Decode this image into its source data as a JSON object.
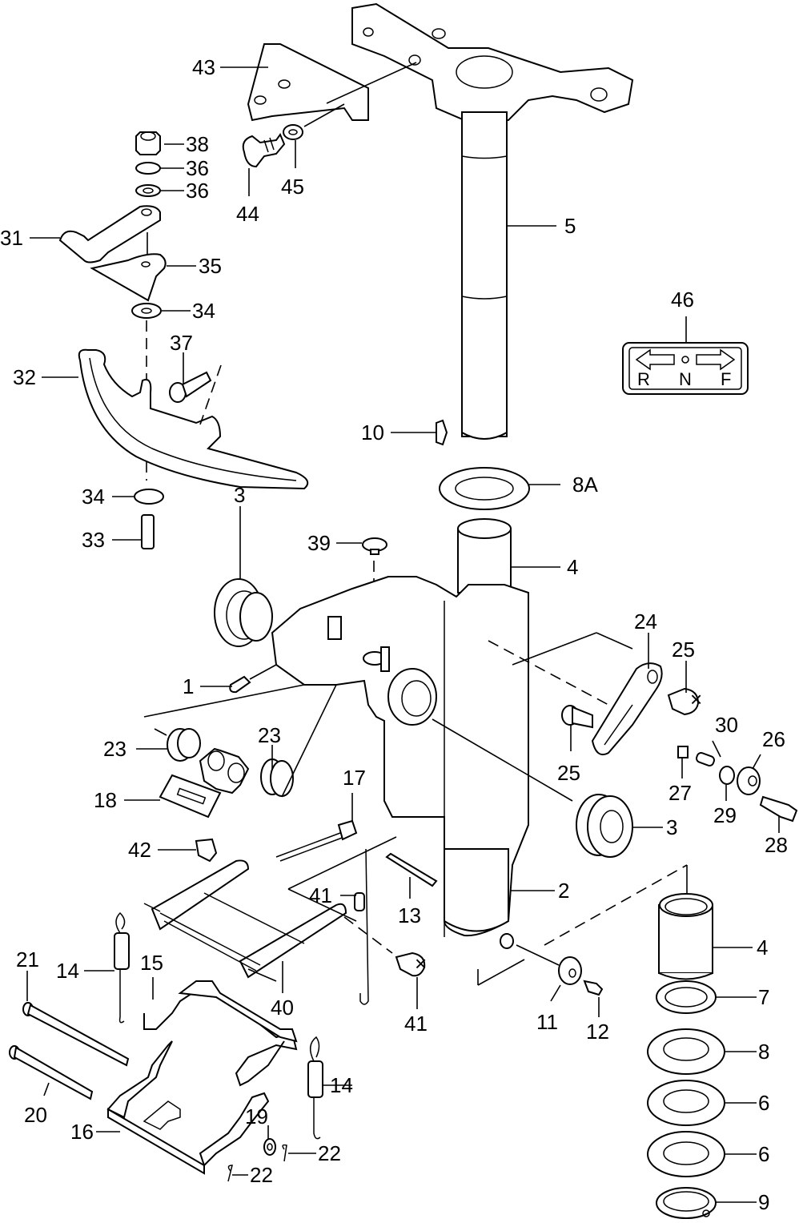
{
  "title": "Swivel bracket / steering exploded parts diagram",
  "parts": [
    {
      "id": "1",
      "name": "grease-nipple"
    },
    {
      "id": "2",
      "name": "swivel-bracket"
    },
    {
      "id": "3",
      "name": "bushing"
    },
    {
      "id": "4",
      "name": "bushing"
    },
    {
      "id": "5",
      "name": "steering-shaft"
    },
    {
      "id": "6",
      "name": "washer"
    },
    {
      "id": "7",
      "name": "washer"
    },
    {
      "id": "8",
      "name": "washer"
    },
    {
      "id": "8A",
      "name": "washer"
    },
    {
      "id": "9",
      "name": "circlip"
    },
    {
      "id": "10",
      "name": "key"
    },
    {
      "id": "11",
      "name": "collar"
    },
    {
      "id": "12",
      "name": "bolt"
    },
    {
      "id": "13",
      "name": "pin"
    },
    {
      "id": "14",
      "name": "spring"
    },
    {
      "id": "15",
      "name": "tilt-lever"
    },
    {
      "id": "16",
      "name": "tilt-stopper"
    },
    {
      "id": "17",
      "name": "rod"
    },
    {
      "id": "18",
      "name": "plate"
    },
    {
      "id": "19",
      "name": "washer"
    },
    {
      "id": "20",
      "name": "pin"
    },
    {
      "id": "21",
      "name": "pin"
    },
    {
      "id": "22",
      "name": "cotter-pin"
    },
    {
      "id": "23",
      "name": "bushing"
    },
    {
      "id": "24",
      "name": "friction-plate"
    },
    {
      "id": "25",
      "name": "bolt"
    },
    {
      "id": "26",
      "name": "friction-knob"
    },
    {
      "id": "27",
      "name": "friction-pad"
    },
    {
      "id": "28",
      "name": "bolt"
    },
    {
      "id": "29",
      "name": "washer"
    },
    {
      "id": "30",
      "name": "spring"
    },
    {
      "id": "31",
      "name": "lever"
    },
    {
      "id": "32",
      "name": "guide-plate"
    },
    {
      "id": "33",
      "name": "pin"
    },
    {
      "id": "34",
      "name": "washer"
    },
    {
      "id": "35",
      "name": "plate"
    },
    {
      "id": "36",
      "name": "lock-washer"
    },
    {
      "id": "37",
      "name": "bolt"
    },
    {
      "id": "38",
      "name": "nut"
    },
    {
      "id": "39",
      "name": "cap"
    },
    {
      "id": "40",
      "name": "tilt-pin-assembly"
    },
    {
      "id": "41",
      "name": "spring-and-screw"
    },
    {
      "id": "42",
      "name": "bolt"
    },
    {
      "id": "43",
      "name": "bracket"
    },
    {
      "id": "44",
      "name": "bolt"
    },
    {
      "id": "45",
      "name": "washer"
    },
    {
      "id": "46",
      "name": "shift-decal"
    }
  ],
  "callouts": [
    {
      "key": "c43",
      "text": "43"
    },
    {
      "key": "c38",
      "text": "38"
    },
    {
      "key": "c36a",
      "text": "36"
    },
    {
      "key": "c36b",
      "text": "36"
    },
    {
      "key": "c44",
      "text": "44"
    },
    {
      "key": "c45",
      "text": "45"
    },
    {
      "key": "c31",
      "text": "31"
    },
    {
      "key": "c35",
      "text": "35"
    },
    {
      "key": "c5",
      "text": "5"
    },
    {
      "key": "c34a",
      "text": "34"
    },
    {
      "key": "c37",
      "text": "37"
    },
    {
      "key": "c32",
      "text": "32"
    },
    {
      "key": "c46",
      "text": "46"
    },
    {
      "key": "c10",
      "text": "10"
    },
    {
      "key": "c8A",
      "text": "8A"
    },
    {
      "key": "c34b",
      "text": "34"
    },
    {
      "key": "c33",
      "text": "33"
    },
    {
      "key": "c3a",
      "text": "3"
    },
    {
      "key": "c39",
      "text": "39"
    },
    {
      "key": "c4a",
      "text": "4"
    },
    {
      "key": "c24",
      "text": "24"
    },
    {
      "key": "c25a",
      "text": "25"
    },
    {
      "key": "c1",
      "text": "1"
    },
    {
      "key": "c30",
      "text": "30"
    },
    {
      "key": "c26",
      "text": "26"
    },
    {
      "key": "c23a",
      "text": "23"
    },
    {
      "key": "c23b",
      "text": "23"
    },
    {
      "key": "c25b",
      "text": "25"
    },
    {
      "key": "c27",
      "text": "27"
    },
    {
      "key": "c29",
      "text": "29"
    },
    {
      "key": "c28",
      "text": "28"
    },
    {
      "key": "c18",
      "text": "18"
    },
    {
      "key": "c17",
      "text": "17"
    },
    {
      "key": "c3b",
      "text": "3"
    },
    {
      "key": "c42",
      "text": "42"
    },
    {
      "key": "c2",
      "text": "2"
    },
    {
      "key": "c41a",
      "text": "41"
    },
    {
      "key": "c13",
      "text": "13"
    },
    {
      "key": "c4b",
      "text": "4"
    },
    {
      "key": "c21",
      "text": "21"
    },
    {
      "key": "c14a",
      "text": "14"
    },
    {
      "key": "c15",
      "text": "15"
    },
    {
      "key": "c40",
      "text": "40"
    },
    {
      "key": "c41b",
      "text": "41"
    },
    {
      "key": "c11",
      "text": "11"
    },
    {
      "key": "c12",
      "text": "12"
    },
    {
      "key": "c7",
      "text": "7"
    },
    {
      "key": "c20",
      "text": "20"
    },
    {
      "key": "c8",
      "text": "8"
    },
    {
      "key": "c14b",
      "text": "14"
    },
    {
      "key": "c6a",
      "text": "6"
    },
    {
      "key": "c16",
      "text": "16"
    },
    {
      "key": "c19",
      "text": "19"
    },
    {
      "key": "c22a",
      "text": "22"
    },
    {
      "key": "c22b",
      "text": "22"
    },
    {
      "key": "c6b",
      "text": "6"
    },
    {
      "key": "c9",
      "text": "9"
    }
  ],
  "labels": {
    "c43": "43",
    "c38": "38",
    "c36a": "36",
    "c36b": "36",
    "c44": "44",
    "c45": "45",
    "c31": "31",
    "c35": "35",
    "c5": "5",
    "c34a": "34",
    "c37": "37",
    "c32": "32",
    "c46": "46",
    "c10": "10",
    "c8A": "8A",
    "c34b": "34",
    "c33": "33",
    "c3a": "3",
    "c39": "39",
    "c4a": "4",
    "c24": "24",
    "c25a": "25",
    "c1": "1",
    "c30": "30",
    "c26": "26",
    "c23a": "23",
    "c23b": "23",
    "c25b": "25",
    "c27": "27",
    "c29": "29",
    "c28": "28",
    "c18": "18",
    "c17": "17",
    "c3b": "3",
    "c42": "42",
    "c2": "2",
    "c41a": "41",
    "c13": "13",
    "c4b": "4",
    "c21": "21",
    "c14a": "14",
    "c15": "15",
    "c40": "40",
    "c41b": "41",
    "c11": "11",
    "c12": "12",
    "c7": "7",
    "c20": "20",
    "c8": "8",
    "c14b": "14",
    "c6a": "6",
    "c16": "16",
    "c19": "19",
    "c22a": "22",
    "c22b": "22",
    "c6b": "6",
    "c9": "9"
  },
  "shift_decal": {
    "left_letter": "R",
    "center_letter": "N",
    "right_letter": "F"
  }
}
